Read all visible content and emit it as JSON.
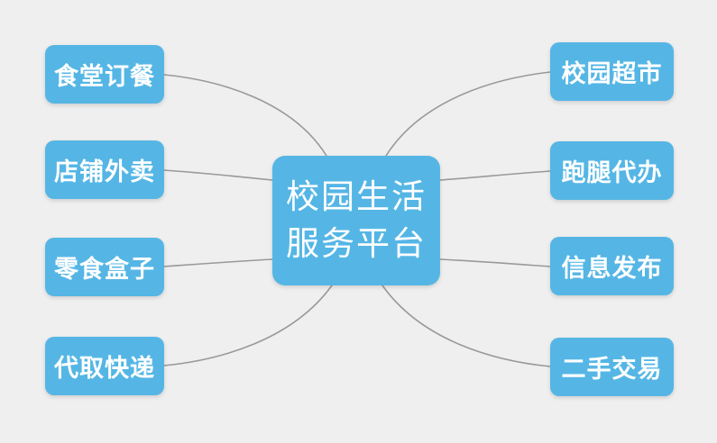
{
  "colors": {
    "background": "#efefef",
    "node_fill": "#55b6e5",
    "node_text": "#ffffff",
    "connector": "#999999"
  },
  "mindmap": {
    "center": {
      "label_line1": "校园生活",
      "label_line2": "服务平台"
    },
    "left_branches": [
      {
        "label": "食堂订餐"
      },
      {
        "label": "店铺外卖"
      },
      {
        "label": "零食盒子"
      },
      {
        "label": "代取快递"
      }
    ],
    "right_branches": [
      {
        "label": "校园超市"
      },
      {
        "label": "跑腿代办"
      },
      {
        "label": "信息发布"
      },
      {
        "label": "二手交易"
      }
    ]
  }
}
